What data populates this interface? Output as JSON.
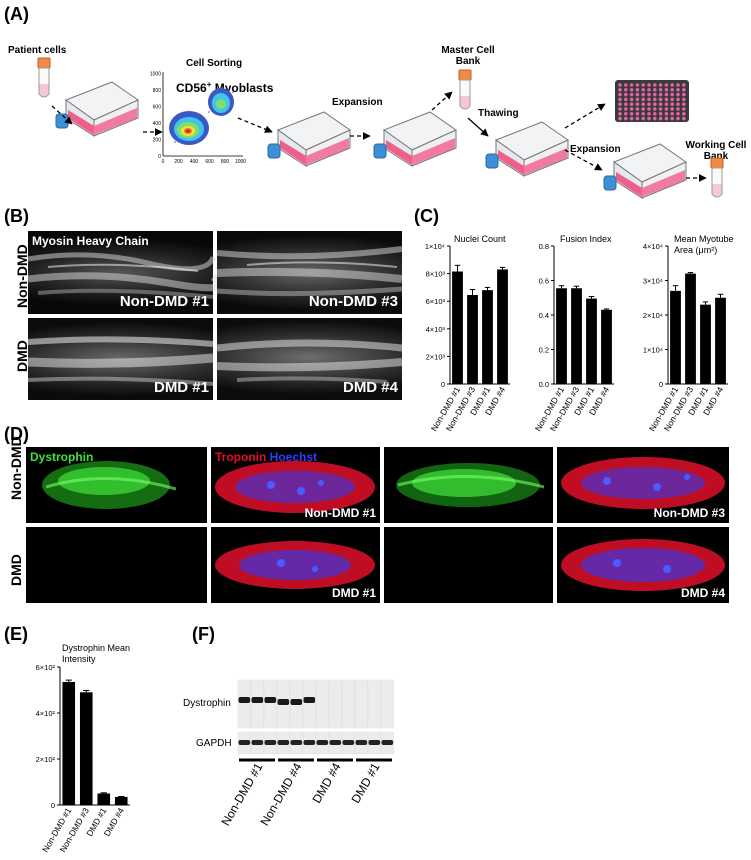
{
  "panels": {
    "a": "(A)",
    "b": "(B)",
    "c": "(C)",
    "d": "(D)",
    "e": "(E)",
    "f": "(F)"
  },
  "panel_a": {
    "patient_cells": "Patient cells",
    "cell_sorting": "Cell Sorting",
    "cd56": "CD56",
    "cd56_sup": "+",
    "myoblasts": " Myoblasts",
    "expansion1": "Expansion",
    "master_bank_line1": "Master Cell",
    "master_bank_line2": "Bank",
    "thawing": "Thawing",
    "expansion2": "Expansion",
    "working_bank_line1": "Working Cell",
    "working_bank_line2": "Bank",
    "facs_x_ticks": [
      "0",
      "200",
      "400",
      "600",
      "800",
      "1000"
    ],
    "facs_y_ticks": [
      "0",
      "200",
      "400",
      "600",
      "800",
      "1000"
    ]
  },
  "panel_b": {
    "row_nondmd": "Non-DMD",
    "row_dmd": "DMD",
    "stain": "Myosin Heavy Chain",
    "img1": "Non-DMD #1",
    "img2": "Non-DMD #3",
    "img3": "DMD #1",
    "img4": "DMD #4"
  },
  "panel_d": {
    "row_nondmd": "Non-DMD",
    "row_dmd": "DMD",
    "dystrophin": "Dystrophin",
    "troponin": "Troponin",
    "hoechst": "Hoechst",
    "img1": "Non-DMD #1",
    "img2": "Non-DMD #3",
    "img3": "DMD #1",
    "img4": "DMD #4",
    "green_color": "#3fe23a",
    "red_color": "#e0102a",
    "blue_color": "#2a3cff"
  },
  "panel_f": {
    "dystrophin": "Dystrophin",
    "gapdh": "GAPDH",
    "groups": [
      "Non-DMD #1",
      "Non-DMD #4",
      "DMD #4",
      "DMD #1"
    ]
  },
  "chart_data": [
    {
      "type": "bar",
      "title": "Nuclei Count",
      "categories": [
        "Non-DMD #1",
        "Non-DMD #3",
        "DMD #1",
        "DMD #4"
      ],
      "values": [
        8150,
        6450,
        6800,
        8300
      ],
      "errors": [
        450,
        400,
        200,
        150
      ],
      "ylim": [
        0,
        10000
      ],
      "yticks": [
        0,
        2000,
        4000,
        6000,
        8000,
        10000
      ],
      "yticklabels": [
        "0",
        "2×10³",
        "4×10³",
        "6×10³",
        "8×10³",
        "1×10⁴"
      ]
    },
    {
      "type": "bar",
      "title": "Fusion Index",
      "categories": [
        "Non-DMD #1",
        "Non-DMD #3",
        "DMD #1",
        "DMD #4"
      ],
      "values": [
        0.555,
        0.555,
        0.495,
        0.43
      ],
      "errors": [
        0.015,
        0.012,
        0.012,
        0.005
      ],
      "ylim": [
        0,
        0.8
      ],
      "yticks": [
        0,
        0.2,
        0.4,
        0.6,
        0.8
      ],
      "yticklabels": [
        "0.0",
        "0.2",
        "0.4",
        "0.6",
        "0.8"
      ]
    },
    {
      "type": "bar",
      "title": "Mean Myotube Area (μm²)",
      "title_lines": [
        "Mean Myotube",
        "Area (μm²)"
      ],
      "categories": [
        "Non-DMD #1",
        "Non-DMD #3",
        "DMD #1",
        "DMD #4"
      ],
      "values": [
        27000,
        32000,
        23000,
        25000
      ],
      "errors": [
        1500,
        300,
        800,
        1000
      ],
      "ylim": [
        0,
        40000
      ],
      "yticks": [
        0,
        10000,
        20000,
        30000,
        40000
      ],
      "yticklabels": [
        "0",
        "1×10⁴",
        "2×10⁴",
        "3×10⁴",
        "4×10⁴"
      ]
    },
    {
      "type": "bar",
      "title": "Dystrophin Mean Intensity",
      "title_lines": [
        "Dystrophin Mean",
        "Intensity"
      ],
      "categories": [
        "Non-DMD #1",
        "Non-DMD #3",
        "DMD #1",
        "DMD #4"
      ],
      "values": [
        535,
        490,
        50,
        35
      ],
      "errors": [
        8,
        8,
        3,
        2
      ],
      "ylim": [
        0,
        600
      ],
      "yticks": [
        0,
        200,
        400,
        600
      ],
      "yticklabels": [
        "0",
        "2×10²",
        "4×10²",
        "6×10²"
      ]
    }
  ]
}
